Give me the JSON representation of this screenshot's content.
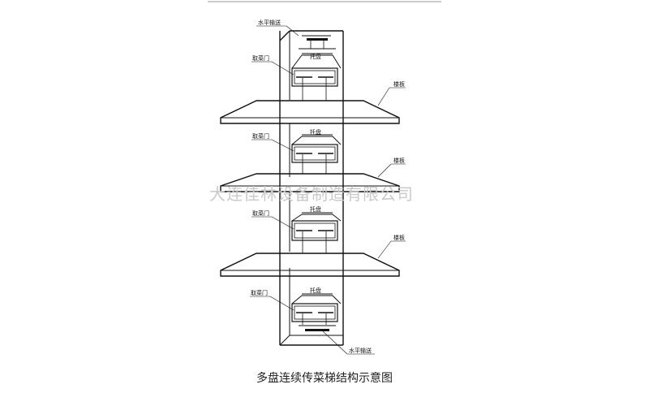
{
  "diagram": {
    "caption": "多盘连续传菜梯结构示意图",
    "watermark": "大连佳林设备制造有限公司",
    "labels": {
      "horizontal_conveyor": "水平输送",
      "tray": "托盘",
      "landing_door": "取菜门",
      "floor_slab": "楼板"
    }
  },
  "colors": {
    "line": "#111111",
    "watermark": "#c9c9c9",
    "background": "#ffffff"
  }
}
